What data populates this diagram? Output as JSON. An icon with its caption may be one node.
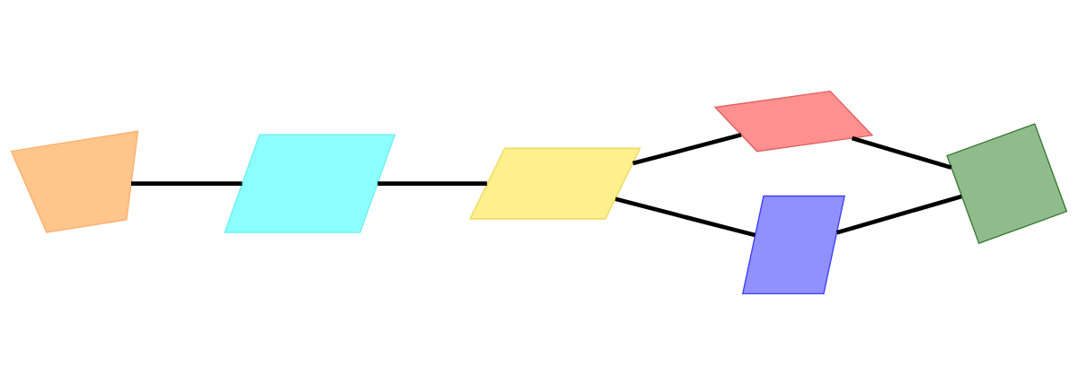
{
  "diagram": {
    "nodes": [
      {
        "text": [],
        "shape": "quadrilateral"
      },
      {
        "text": [],
        "shape": "parallelogram"
      },
      {
        "text": [],
        "shape": "parallelogram"
      },
      {
        "text": [],
        "shape": "box"
      },
      {
        "text": [],
        "shape": "parallelogram"
      },
      {
        "text": [],
        "shape": "box"
      }
    ],
    "edges": [
      {
        "from": 0,
        "to": 1,
        "arrow": "none"
      },
      {
        "from": 1,
        "to": 2,
        "arrow": "none"
      },
      {
        "from": 2,
        "to": 3,
        "arrow": "none"
      },
      {
        "from": 2,
        "to": 4,
        "arrow": "none"
      },
      {
        "from": 3,
        "to": 5,
        "arrow": "none"
      },
      {
        "from": 4,
        "to": 5,
        "arrow": "none"
      }
    ]
  }
}
